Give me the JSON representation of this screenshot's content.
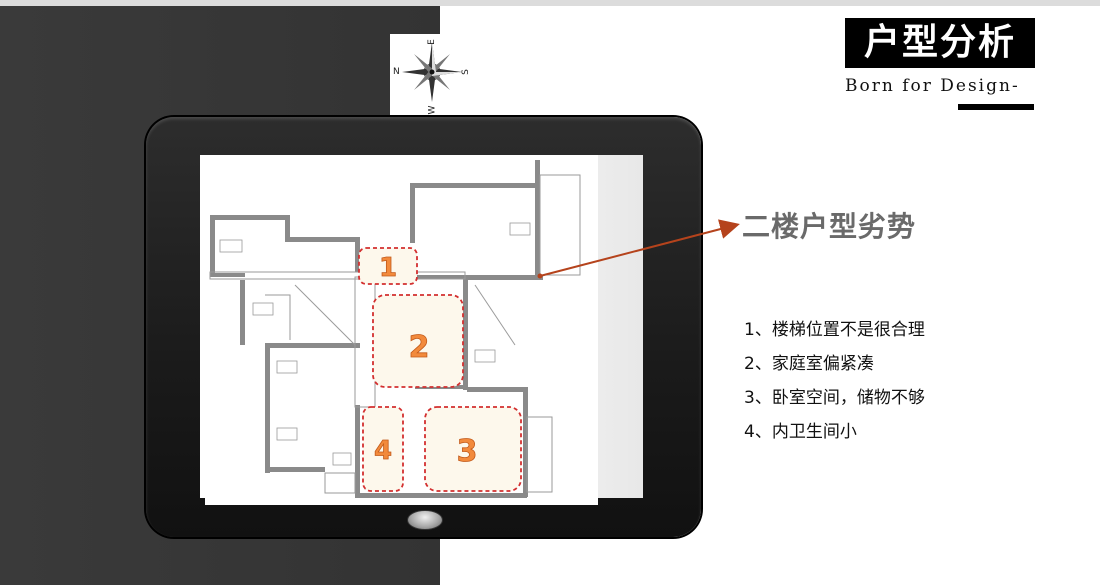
{
  "header": {
    "title": "户型分析",
    "subtitle": "Born for Design-"
  },
  "compass": {
    "labels": {
      "north": "N",
      "east": "E",
      "south": "S",
      "west": "W"
    }
  },
  "floor_plan": {
    "zones": [
      {
        "number": "1"
      },
      {
        "number": "2"
      },
      {
        "number": "3"
      },
      {
        "number": "4"
      }
    ],
    "zone_color": "#e8702a",
    "arrow_color": "#b5431c"
  },
  "panel": {
    "heading": "二楼户型劣势",
    "items": [
      "1、楼梯位置不是很合理",
      "2、家庭室偏紧凑",
      "3、卧室空间，储物不够",
      "4、内卫生间小"
    ]
  }
}
